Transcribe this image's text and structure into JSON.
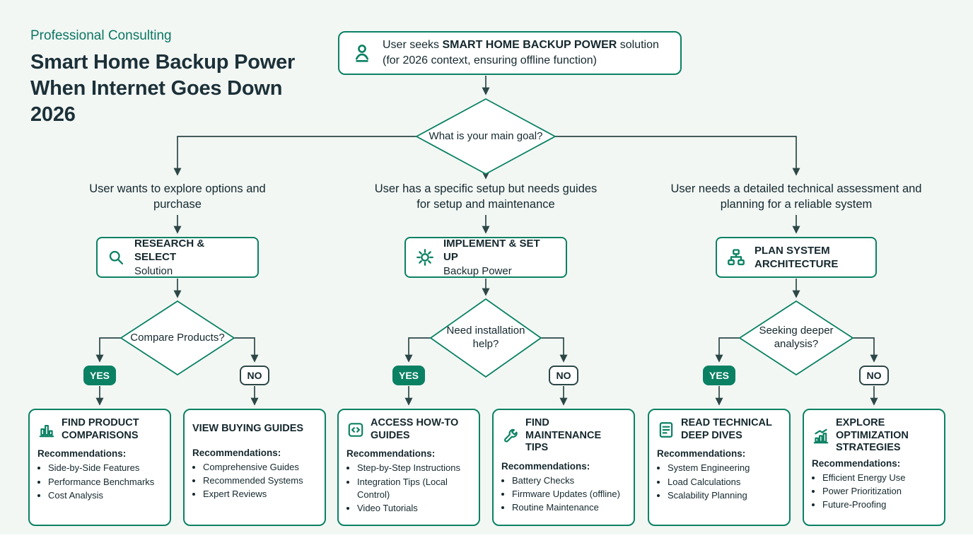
{
  "colors": {
    "accent": "#0b8163",
    "ink": "#15282e",
    "arrow": "#2d4747",
    "background": "#f2f7f4",
    "yes_badge_bg": "#0b8163",
    "no_badge_border": "#2d4747"
  },
  "header": {
    "eyebrow": "Professional Consulting",
    "title": "Smart Home Backup Power When Internet Goes Down 2026"
  },
  "start": {
    "prefix": "User seeks ",
    "emphasis": "SMART HOME BACKUP POWER",
    "suffix": " solution",
    "line2": "(for 2026 context, ensuring offline function)"
  },
  "root_question": "What is your main goal?",
  "branches": [
    {
      "description": "User wants to explore options and purchase",
      "action_line1": "RESEARCH & SELECT",
      "action_line2": "Solution",
      "question": "Compare Products?",
      "yes": "YES",
      "no": "NO"
    },
    {
      "description": "User has a specific setup but needs guides for setup and maintenance",
      "action_line1": "IMPLEMENT & SET UP",
      "action_line2": "Backup Power",
      "question": "Need installation help?",
      "yes": "YES",
      "no": "NO"
    },
    {
      "description": "User needs a detailed technical assessment and planning for a reliable system",
      "action_line1": "PLAN SYSTEM",
      "action_line2": "ARCHITECTURE",
      "question": "Seeking deeper analysis?",
      "yes": "YES",
      "no": "NO"
    }
  ],
  "leaves": [
    {
      "title": "FIND PRODUCT COMPARISONS",
      "label": "Recommendations:",
      "items": [
        "Side-by-Side Features",
        "Performance Benchmarks",
        "Cost Analysis"
      ]
    },
    {
      "title": "VIEW BUYING GUIDES",
      "label": "Recommendations:",
      "items": [
        "Comprehensive Guides",
        "Recommended Systems",
        "Expert Reviews"
      ]
    },
    {
      "title": "ACCESS HOW-TO GUIDES",
      "label": "Recommendations:",
      "items": [
        "Step-by-Step Instructions",
        "Integration Tips (Local Control)",
        "Video Tutorials"
      ]
    },
    {
      "title": "FIND MAINTENANCE TIPS",
      "label": "Recommendations:",
      "items": [
        "Battery Checks",
        "Firmware Updates (offline)",
        "Routine Maintenance"
      ]
    },
    {
      "title": "READ TECHNICAL DEEP DIVES",
      "label": "Recommendations:",
      "items": [
        "System Engineering",
        "Load Calculations",
        "Scalability Planning"
      ]
    },
    {
      "title": "EXPLORE OPTIMIZATION STRATEGIES",
      "label": "Recommendations:",
      "items": [
        "Efficient Energy Use",
        "Power Prioritization",
        "Future-Proofing"
      ]
    }
  ]
}
